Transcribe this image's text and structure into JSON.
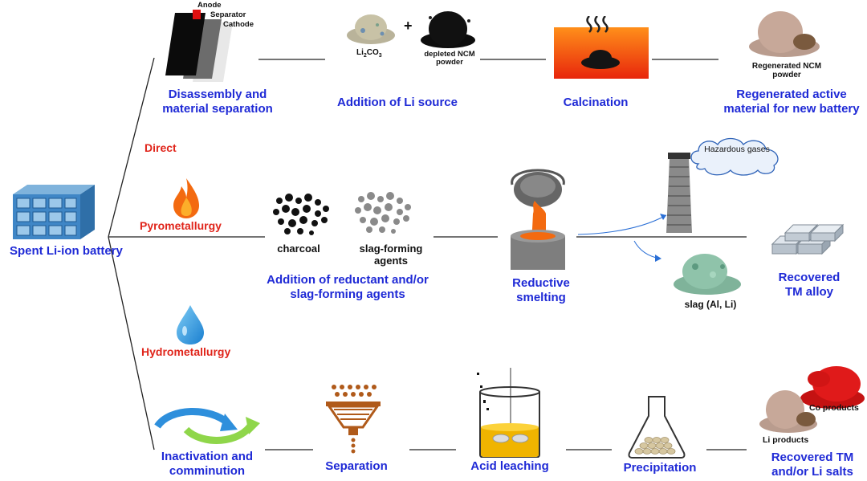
{
  "source": {
    "label": "Spent Li-ion battery"
  },
  "routes": {
    "direct": {
      "name": "Direct",
      "components": {
        "anode": "Anode",
        "separator": "Separator",
        "cathode": "Cathode"
      },
      "li2co3": {
        "main": "Li",
        "sub1": "2",
        "mid": "CO",
        "sub2": "3"
      },
      "plus": "+",
      "ncm": "depleted NCM powder",
      "regen_powder": "Regenerated NCM powder",
      "steps": [
        "Disassembly and material separation",
        "Addition of Li source",
        "Calcination",
        "Regenerated active material for new battery"
      ]
    },
    "pyro": {
      "name": "Pyrometallurgy",
      "charcoal": "charcoal",
      "slag_agents": "slag-forming agents",
      "gases": "Hazardous gases",
      "slag": "slag (Al, Li)",
      "steps": [
        "Addition of reductant and/or slag-forming agents",
        "Reductive smelting",
        "Recovered TM alloy"
      ]
    },
    "hydro": {
      "name": "Hydrometallurgy",
      "co_products": "Co products",
      "li_products": "Li products",
      "steps": [
        "Inactivation and comminution",
        "Separation",
        "Acid leaching",
        "Precipitation",
        "Recovered TM and/or Li salts"
      ]
    }
  },
  "colors": {
    "step": "#1f2ad6",
    "route": "#e0251b",
    "fire": "#f36a10",
    "drop": "#2a9be0"
  },
  "icons": [
    "battery-pack-icon",
    "electrode-stack-icon",
    "powder-pile-icon",
    "furnace-icon",
    "flame-icon",
    "chimney-icon",
    "cloud-icon",
    "ladle-icon",
    "ingot-icon",
    "water-drop-icon",
    "recycle-arrows-icon",
    "sieve-icon",
    "beaker-icon",
    "flask-icon"
  ]
}
